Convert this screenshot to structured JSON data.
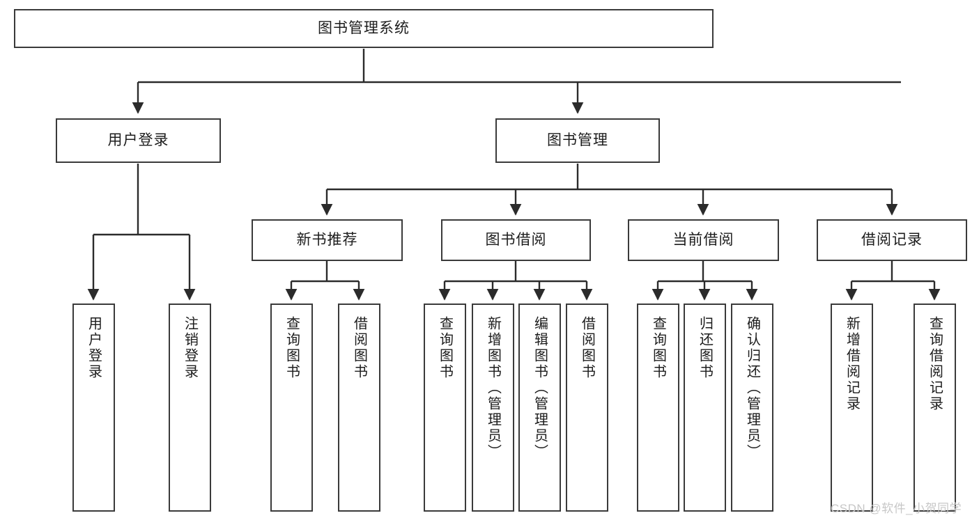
{
  "diagram": {
    "type": "tree",
    "title": "图书管理系统",
    "orientation": "top-down",
    "watermark": "CSDN @软件_小贺同学",
    "colors": {
      "box_border": "#3a3a3a",
      "box_fill": "#ffffff",
      "connector": "#2b2b2b",
      "text": "#1c1c1c",
      "watermark": "#c7c7c7",
      "background": "#ffffff"
    },
    "nodes": {
      "root": {
        "label": "图书管理系统"
      },
      "level2": [
        {
          "label": "用户登录"
        },
        {
          "label": "图书管理"
        }
      ],
      "level3": [
        {
          "label": "新书推荐"
        },
        {
          "label": "图书借阅"
        },
        {
          "label": "当前借阅"
        },
        {
          "label": "借阅记录"
        }
      ],
      "leaves": {
        "user_login": [
          {
            "label": "用户登录"
          },
          {
            "label": "注销登录"
          }
        ],
        "new_book_recommend": [
          {
            "label": "查询图书"
          },
          {
            "label": "借阅图书"
          }
        ],
        "book_borrow": [
          {
            "label": "查询图书"
          },
          {
            "label": "新增图书（管理员）"
          },
          {
            "label": "编辑图书（管理员）"
          },
          {
            "label": "借阅图书"
          }
        ],
        "current_borrow": [
          {
            "label": "查询图书"
          },
          {
            "label": "归还图书"
          },
          {
            "label": "确认归还（管理员）"
          }
        ],
        "borrow_record": [
          {
            "label": "新增借阅记录"
          },
          {
            "label": "查询借阅记录"
          }
        ]
      }
    }
  }
}
